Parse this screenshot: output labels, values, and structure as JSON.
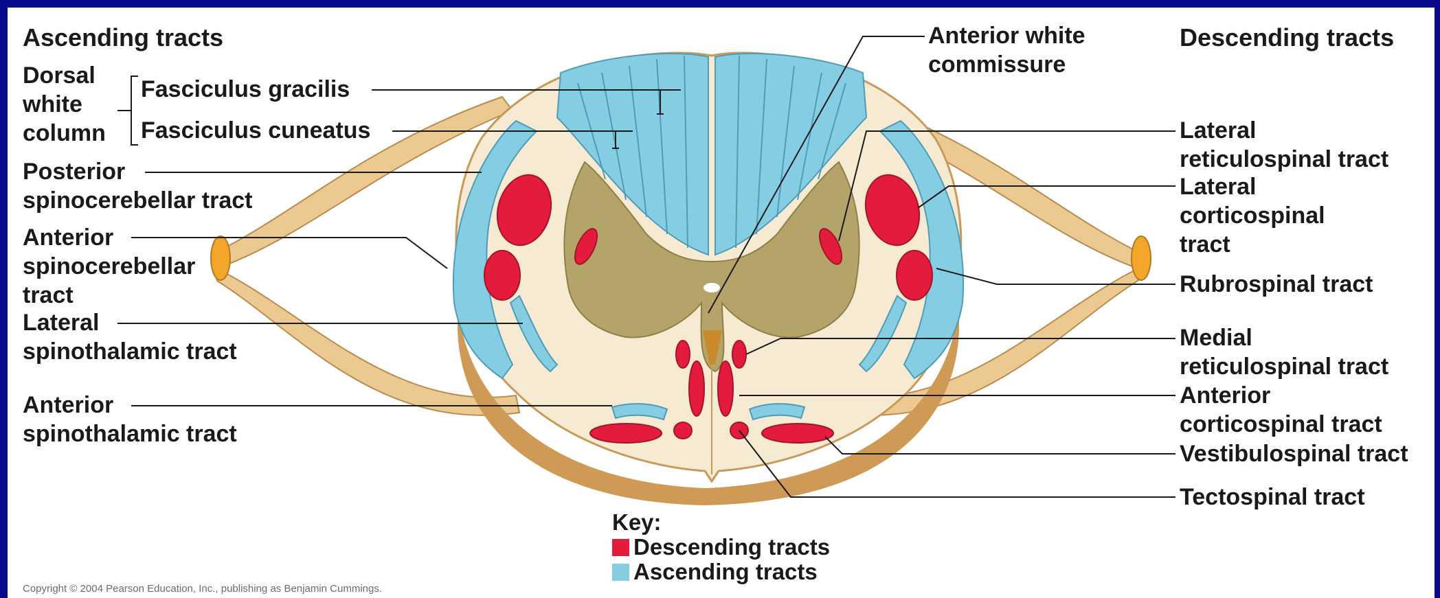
{
  "headers": {
    "ascending": "Ascending tracts",
    "descending": "Descending tracts"
  },
  "dorsal_white_column": {
    "lines": [
      "Dorsal",
      "white",
      "column"
    ]
  },
  "left_labels": {
    "fasciculus_gracilis": "Fasciculus gracilis",
    "fasciculus_cuneatus": "Fasciculus cuneatus",
    "posterior_spinocerebellar": [
      "Posterior",
      "spinocerebellar tract"
    ],
    "anterior_spinocerebellar": [
      "Anterior",
      "spinocerebellar",
      "tract"
    ],
    "lateral_spinothalamic": [
      "Lateral",
      "spinothalamic tract"
    ],
    "anterior_spinothalamic": [
      "Anterior",
      "spinothalamic tract"
    ]
  },
  "top_label": {
    "anterior_white_commissure": [
      "Anterior white",
      "commissure"
    ]
  },
  "right_labels": {
    "lateral_reticulospinal": [
      "Lateral",
      "reticulospinal tract"
    ],
    "lateral_corticospinal": [
      "Lateral",
      "corticospinal",
      "tract"
    ],
    "rubrospinal": "Rubrospinal tract",
    "medial_reticulospinal": [
      "Medial",
      "reticulospinal tract"
    ],
    "anterior_corticospinal": [
      "Anterior",
      "corticospinal tract"
    ],
    "vestibulospinal": "Vestibulospinal tract",
    "tectospinal": "Tectospinal tract"
  },
  "key": {
    "title": "Key:",
    "items": [
      {
        "label": "Descending tracts",
        "color": "#e31b3c"
      },
      {
        "label": "Ascending tracts",
        "color": "#85cde3"
      }
    ]
  },
  "credit": "Copyright © 2004 Pearson Education, Inc., publishing as Benjamin Cummings.",
  "colors": {
    "frame": "#0a0a8c",
    "white_matter": "#f6ead2",
    "gray_matter": "#b5a46a",
    "ascending": "#85cde3",
    "descending": "#e31b3c",
    "nerve_root": "#ecc991",
    "cut_surface": "#cf9a55"
  }
}
